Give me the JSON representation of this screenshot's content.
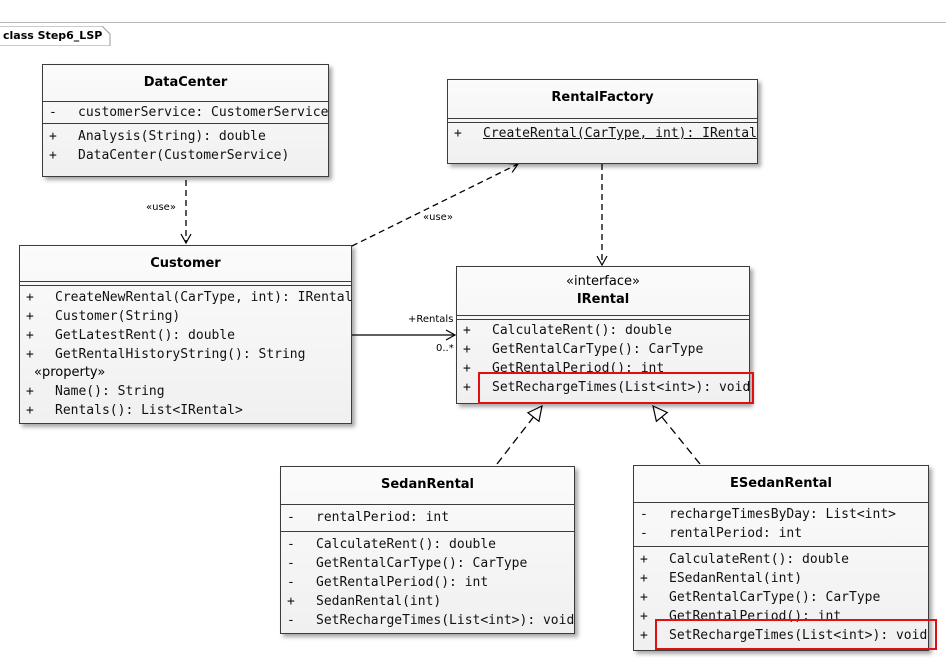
{
  "frame": {
    "title": "class Step6_LSP"
  },
  "classes": {
    "datacenter": {
      "name": "DataCenter",
      "attributes": [
        {
          "vis": "-",
          "text": "customerService: CustomerService"
        }
      ],
      "operations": [
        {
          "vis": "+",
          "text": "Analysis(String): double"
        },
        {
          "vis": "+",
          "text": "DataCenter(CustomerService)"
        }
      ]
    },
    "rentalfactory": {
      "name": "RentalFactory",
      "operations": [
        {
          "vis": "+",
          "text": "CreateRental(CarType, int): IRental"
        }
      ]
    },
    "customer": {
      "name": "Customer",
      "operations": [
        {
          "vis": "+",
          "text": "CreateNewRental(CarType, int): IRental"
        },
        {
          "vis": "+",
          "text": "Customer(String)"
        },
        {
          "vis": "+",
          "text": "GetLatestRent(): double"
        },
        {
          "vis": "+",
          "text": "GetRentalHistoryString(): String"
        }
      ],
      "property_stereotype": "«property»",
      "properties": [
        {
          "vis": "+",
          "text": "Name(): String"
        },
        {
          "vis": "+",
          "text": "Rentals(): List<IRental>"
        }
      ]
    },
    "irental": {
      "stereotype": "«interface»",
      "name": "IRental",
      "operations": [
        {
          "vis": "+",
          "text": "CalculateRent(): double"
        },
        {
          "vis": "+",
          "text": "GetRentalCarType(): CarType"
        },
        {
          "vis": "+",
          "text": "GetRentalPeriod(): int"
        },
        {
          "vis": "+",
          "text": "SetRechargeTimes(List<int>): void"
        }
      ]
    },
    "sedanrental": {
      "name": "SedanRental",
      "attributes": [
        {
          "vis": "-",
          "text": "rentalPeriod: int"
        }
      ],
      "operations": [
        {
          "vis": "-",
          "text": "CalculateRent(): double"
        },
        {
          "vis": "-",
          "text": "GetRentalCarType(): CarType"
        },
        {
          "vis": "-",
          "text": "GetRentalPeriod(): int"
        },
        {
          "vis": "+",
          "text": "SedanRental(int)"
        },
        {
          "vis": "-",
          "text": "SetRechargeTimes(List<int>): void"
        }
      ]
    },
    "esedanrental": {
      "name": "ESedanRental",
      "attributes": [
        {
          "vis": "-",
          "text": "rechargeTimesByDay: List<int>"
        },
        {
          "vis": "-",
          "text": "rentalPeriod: int"
        }
      ],
      "operations": [
        {
          "vis": "+",
          "text": "CalculateRent(): double"
        },
        {
          "vis": "+",
          "text": "ESedanRental(int)"
        },
        {
          "vis": "+",
          "text": "GetRentalCarType(): CarType"
        },
        {
          "vis": "+",
          "text": "GetRentalPeriod(): int"
        },
        {
          "vis": "+",
          "text": "SetRechargeTimes(List<int>): void"
        }
      ]
    }
  },
  "connectors": {
    "dc_use": "«use»",
    "cust_use": "«use»",
    "rentals_role": "+Rentals",
    "rentals_mult": "0..*"
  },
  "colors": {
    "highlight": "#e01010",
    "border": "#3c3c3c"
  }
}
